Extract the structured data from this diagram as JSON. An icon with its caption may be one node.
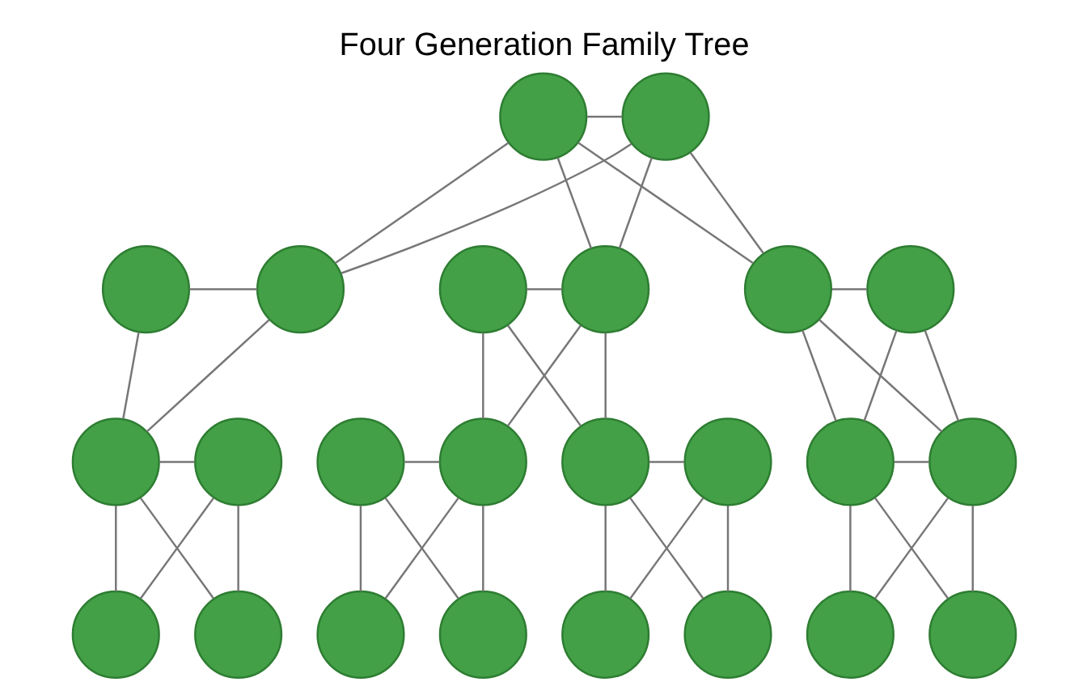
{
  "diagram": {
    "title": "Four Generation Family Tree",
    "nodes": [
      {
        "text": [],
        "shape": "circle"
      },
      {
        "text": [],
        "shape": "circle"
      },
      {
        "text": [],
        "shape": "circle"
      },
      {
        "text": [],
        "shape": "circle"
      },
      {
        "text": [],
        "shape": "circle"
      },
      {
        "text": [],
        "shape": "circle"
      },
      {
        "text": [],
        "shape": "circle"
      },
      {
        "text": [],
        "shape": "circle"
      },
      {
        "text": [],
        "shape": "circle"
      },
      {
        "text": [],
        "shape": "circle"
      },
      {
        "text": [],
        "shape": "circle"
      },
      {
        "text": [],
        "shape": "circle"
      },
      {
        "text": [],
        "shape": "circle"
      },
      {
        "text": [],
        "shape": "circle"
      },
      {
        "text": [],
        "shape": "circle"
      },
      {
        "text": [],
        "shape": "circle"
      },
      {
        "text": [],
        "shape": "circle"
      },
      {
        "text": [],
        "shape": "circle"
      },
      {
        "text": [],
        "shape": "circle"
      },
      {
        "text": [],
        "shape": "circle"
      },
      {
        "text": [],
        "shape": "circle"
      },
      {
        "text": [],
        "shape": "circle"
      },
      {
        "text": [],
        "shape": "circle"
      },
      {
        "text": [],
        "shape": "circle"
      }
    ],
    "edges": [
      {
        "from": 0,
        "to": 1,
        "arrow": "none"
      },
      {
        "from": 0,
        "to": 3,
        "arrow": "none"
      },
      {
        "from": 1,
        "to": 3,
        "arrow": "none"
      },
      {
        "from": 0,
        "to": 5,
        "arrow": "none"
      },
      {
        "from": 1,
        "to": 5,
        "arrow": "none"
      },
      {
        "from": 0,
        "to": 6,
        "arrow": "none"
      },
      {
        "from": 1,
        "to": 6,
        "arrow": "none"
      },
      {
        "from": 2,
        "to": 3,
        "arrow": "none"
      },
      {
        "from": 4,
        "to": 5,
        "arrow": "none"
      },
      {
        "from": 6,
        "to": 7,
        "arrow": "none"
      },
      {
        "from": 2,
        "to": 8,
        "arrow": "none"
      },
      {
        "from": 3,
        "to": 8,
        "arrow": "none"
      },
      {
        "from": 4,
        "to": 11,
        "arrow": "none"
      },
      {
        "from": 5,
        "to": 11,
        "arrow": "none"
      },
      {
        "from": 4,
        "to": 12,
        "arrow": "none"
      },
      {
        "from": 5,
        "to": 12,
        "arrow": "none"
      },
      {
        "from": 6,
        "to": 14,
        "arrow": "none"
      },
      {
        "from": 7,
        "to": 14,
        "arrow": "none"
      },
      {
        "from": 6,
        "to": 15,
        "arrow": "none"
      },
      {
        "from": 7,
        "to": 15,
        "arrow": "none"
      },
      {
        "from": 8,
        "to": 9,
        "arrow": "none"
      },
      {
        "from": 10,
        "to": 11,
        "arrow": "none"
      },
      {
        "from": 12,
        "to": 13,
        "arrow": "none"
      },
      {
        "from": 14,
        "to": 15,
        "arrow": "none"
      },
      {
        "from": 8,
        "to": 16,
        "arrow": "none"
      },
      {
        "from": 9,
        "to": 16,
        "arrow": "none"
      },
      {
        "from": 8,
        "to": 17,
        "arrow": "none"
      },
      {
        "from": 9,
        "to": 17,
        "arrow": "none"
      },
      {
        "from": 10,
        "to": 18,
        "arrow": "none"
      },
      {
        "from": 11,
        "to": 18,
        "arrow": "none"
      },
      {
        "from": 10,
        "to": 19,
        "arrow": "none"
      },
      {
        "from": 11,
        "to": 19,
        "arrow": "none"
      },
      {
        "from": 12,
        "to": 20,
        "arrow": "none"
      },
      {
        "from": 13,
        "to": 20,
        "arrow": "none"
      },
      {
        "from": 12,
        "to": 21,
        "arrow": "none"
      },
      {
        "from": 13,
        "to": 21,
        "arrow": "none"
      },
      {
        "from": 14,
        "to": 22,
        "arrow": "none"
      },
      {
        "from": 15,
        "to": 22,
        "arrow": "none"
      },
      {
        "from": 14,
        "to": 23,
        "arrow": "none"
      },
      {
        "from": 15,
        "to": 23,
        "arrow": "none"
      }
    ]
  }
}
